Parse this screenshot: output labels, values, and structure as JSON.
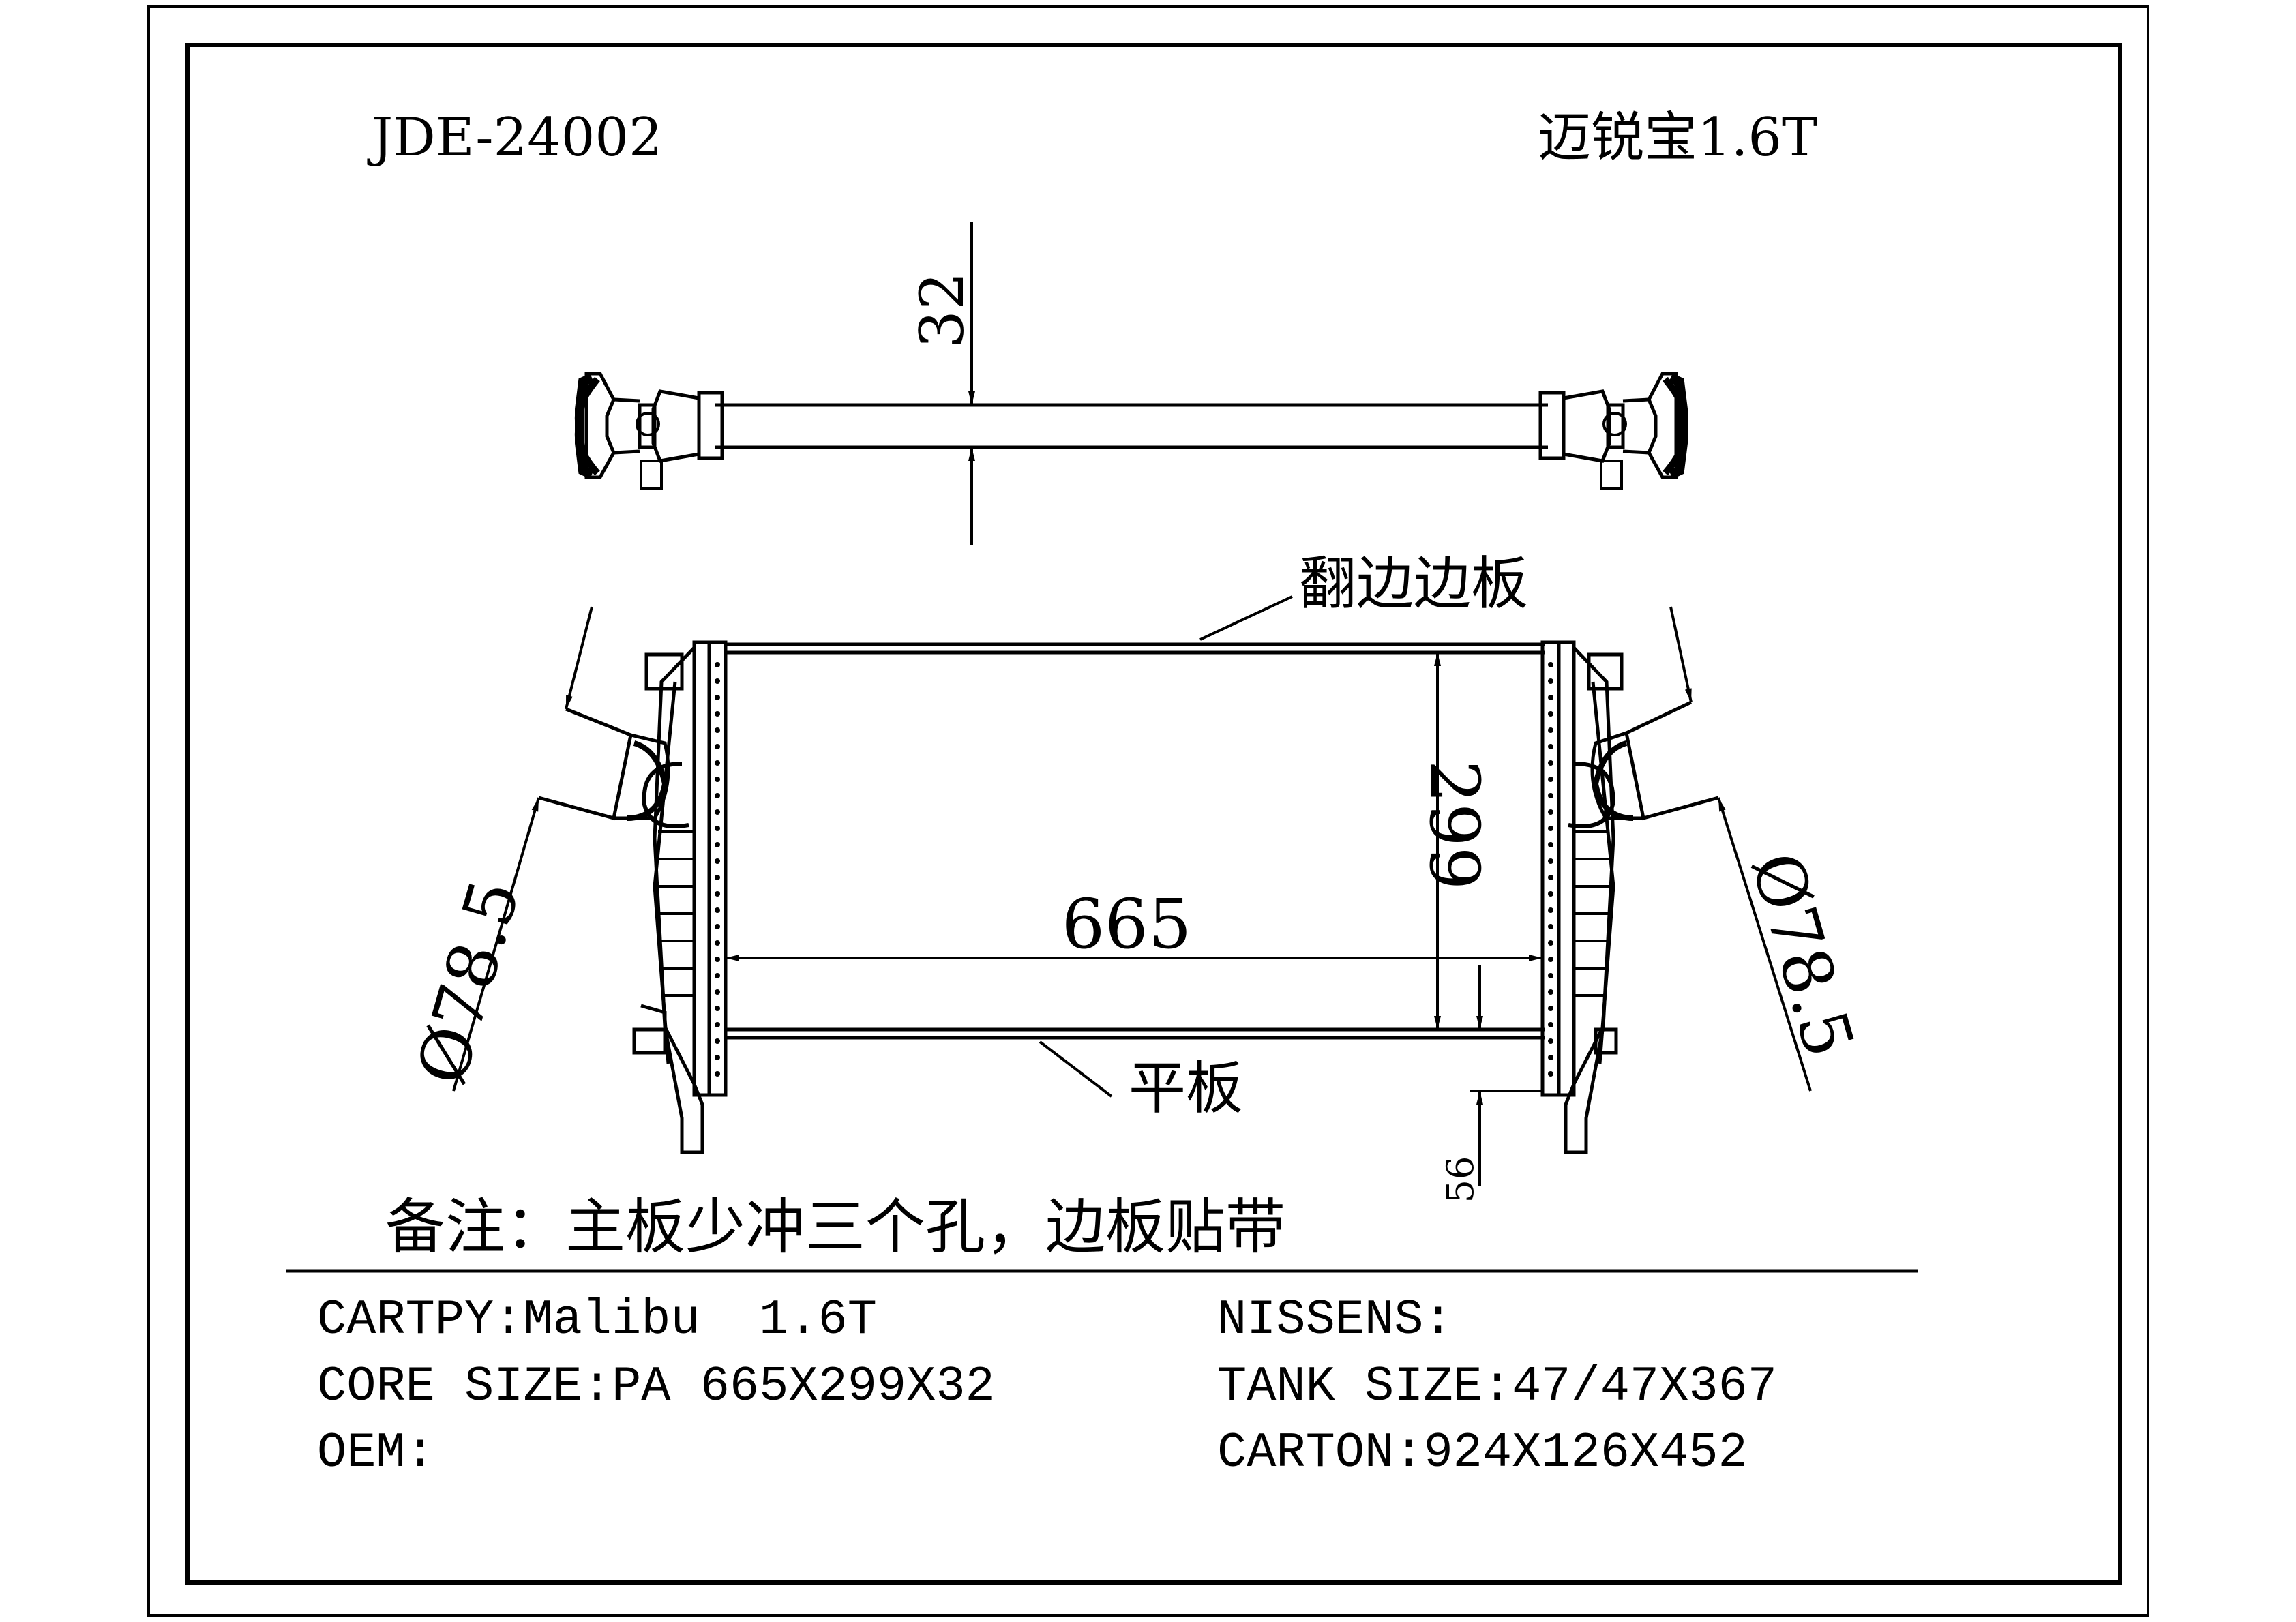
{
  "header": {
    "part_number": "JDE-24002",
    "model_cn": "迈锐宝1.6T"
  },
  "dimensions": {
    "core_thickness": "32",
    "core_width": "665",
    "core_height": "299",
    "fin_offset": "56",
    "pipe_left": "Ø78.5",
    "pipe_right": "Ø78.5"
  },
  "callouts": {
    "flanged_side_plate": "翻边边板",
    "flat_plate": "平板"
  },
  "remark": "备注：主板少冲三个孔，边板贴带",
  "info": {
    "cartpy": "CARTPY:Malibu  1.6T",
    "core_size": "CORE SIZE:PA 665X299X32",
    "oem": "OEM:",
    "nissens": "NISSENS:",
    "tank_size": "TANK SIZE:47/47X367",
    "carton": "CARTON:924X126X452"
  }
}
